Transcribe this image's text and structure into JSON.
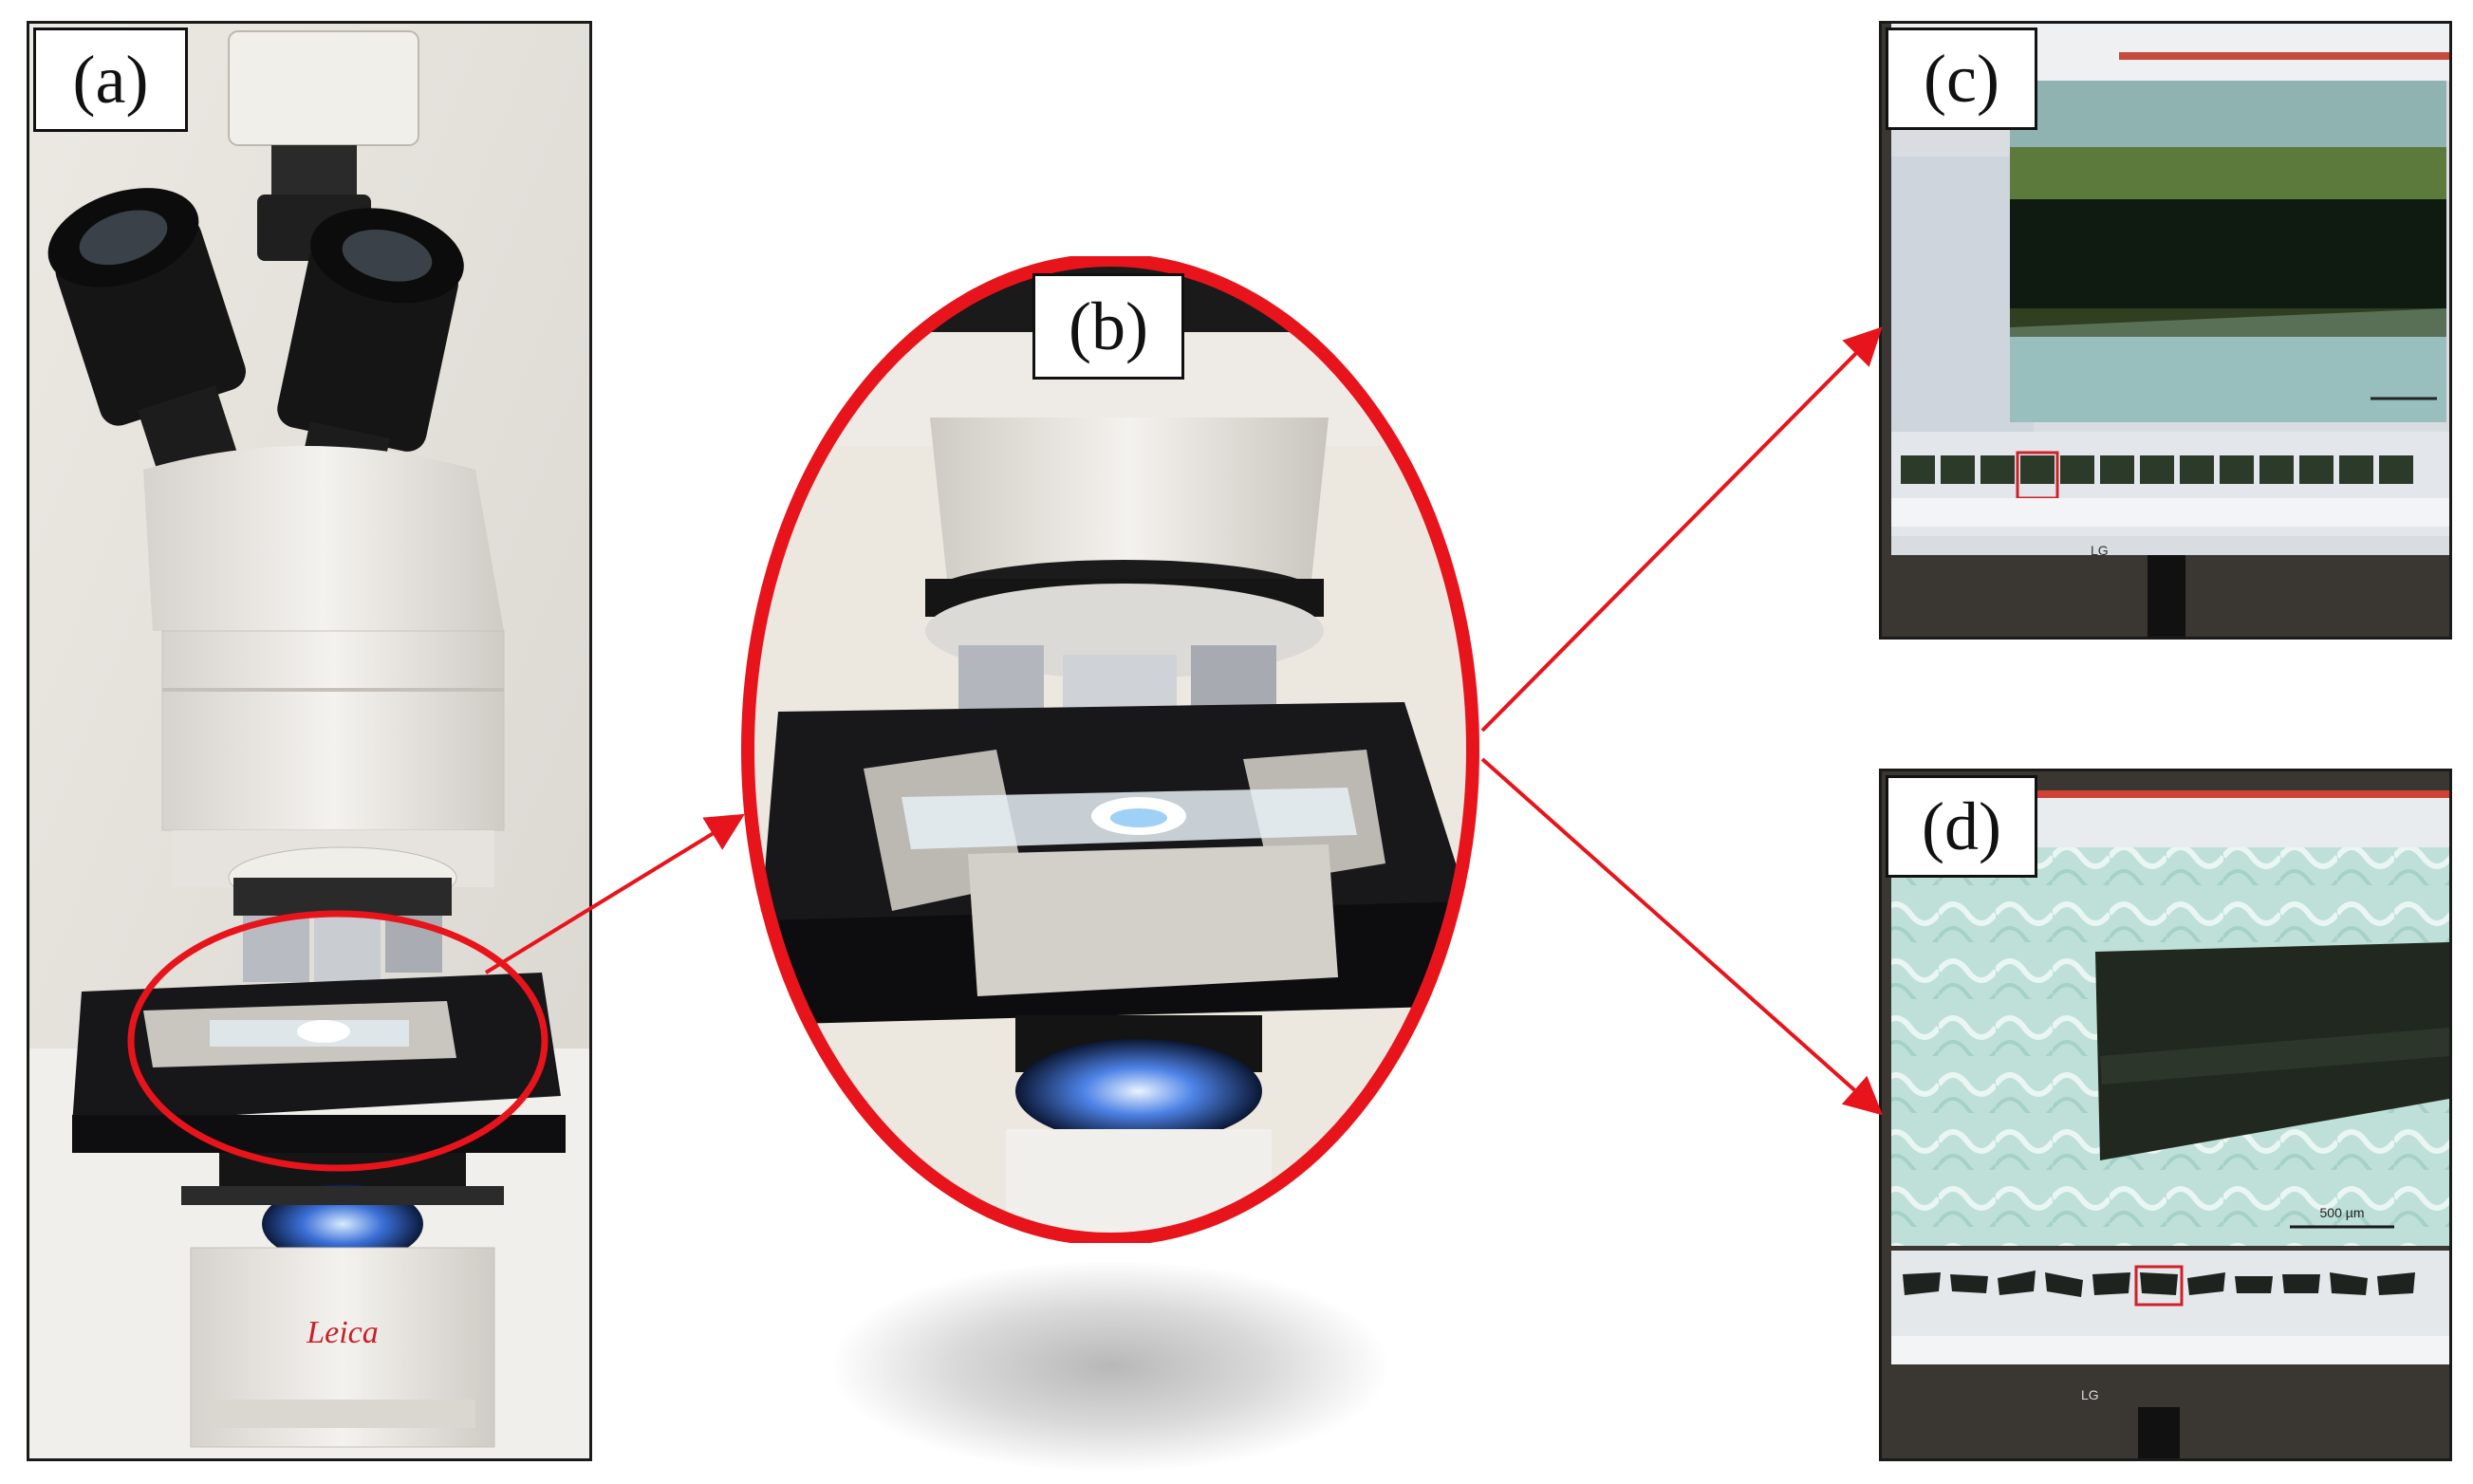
{
  "panels": {
    "a": {
      "label": "(a)",
      "brand": "Leica"
    },
    "b": {
      "label": "(b)"
    },
    "c": {
      "label": "(c)",
      "monitor_brand": "LG"
    },
    "d": {
      "label": "(d)",
      "monitor_brand": "LG",
      "scale_bar": "500 µm"
    }
  },
  "colors": {
    "highlight": "#e8141b",
    "arrow": "#e8141b",
    "frame": "#1a1a1a",
    "microscope_body": "#ece9e4",
    "stage": "#1c1c1e",
    "screen_c_bg": "#8fb3b1",
    "screen_d_bg": "#bfe0d8"
  },
  "icons": [
    "microscope",
    "magnified-stage",
    "monitor-screen",
    "arrow-right"
  ]
}
